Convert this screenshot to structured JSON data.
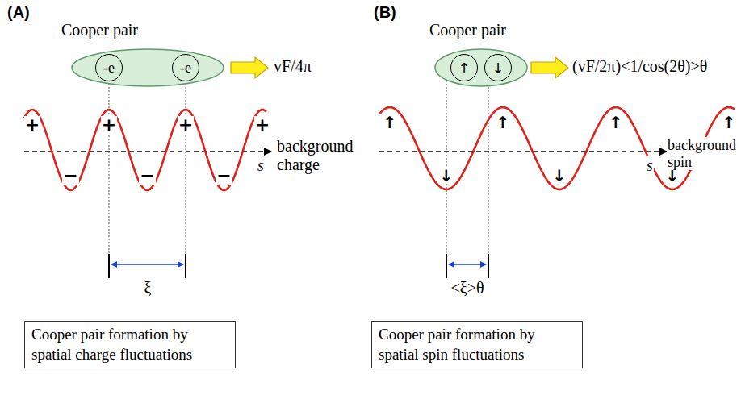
{
  "diagram": {
    "nodes": [
      {
        "text": [
          "Cooper pair"
        ]
      },
      {
        "text": [
          "-e"
        ],
        "in": 0
      },
      {
        "text": [
          "-e"
        ],
        "in": 0
      },
      {
        "text": [
          "Cooper pair"
        ]
      },
      {
        "text": [
          "↑"
        ],
        "in": 3
      },
      {
        "text": [
          "↓"
        ],
        "in": 3
      },
      {
        "text": [
          "Cooper pair formation by spatial charge fluctuations"
        ]
      },
      {
        "text": [
          "Cooper pair formation by spatial spin fluctuations"
        ]
      }
    ],
    "labels": [
      "(A)",
      "vF/4π",
      "+",
      "+",
      "+",
      "+",
      "−",
      "−",
      "−",
      "background charge",
      "s",
      "ξ",
      "(B)",
      "(vF/2π)<1/cos(2θ)>θ",
      "↑",
      "↑",
      "↑",
      "↑",
      "↓",
      "↓",
      "↓",
      "background spin",
      "s",
      "<ξ>θ"
    ]
  }
}
